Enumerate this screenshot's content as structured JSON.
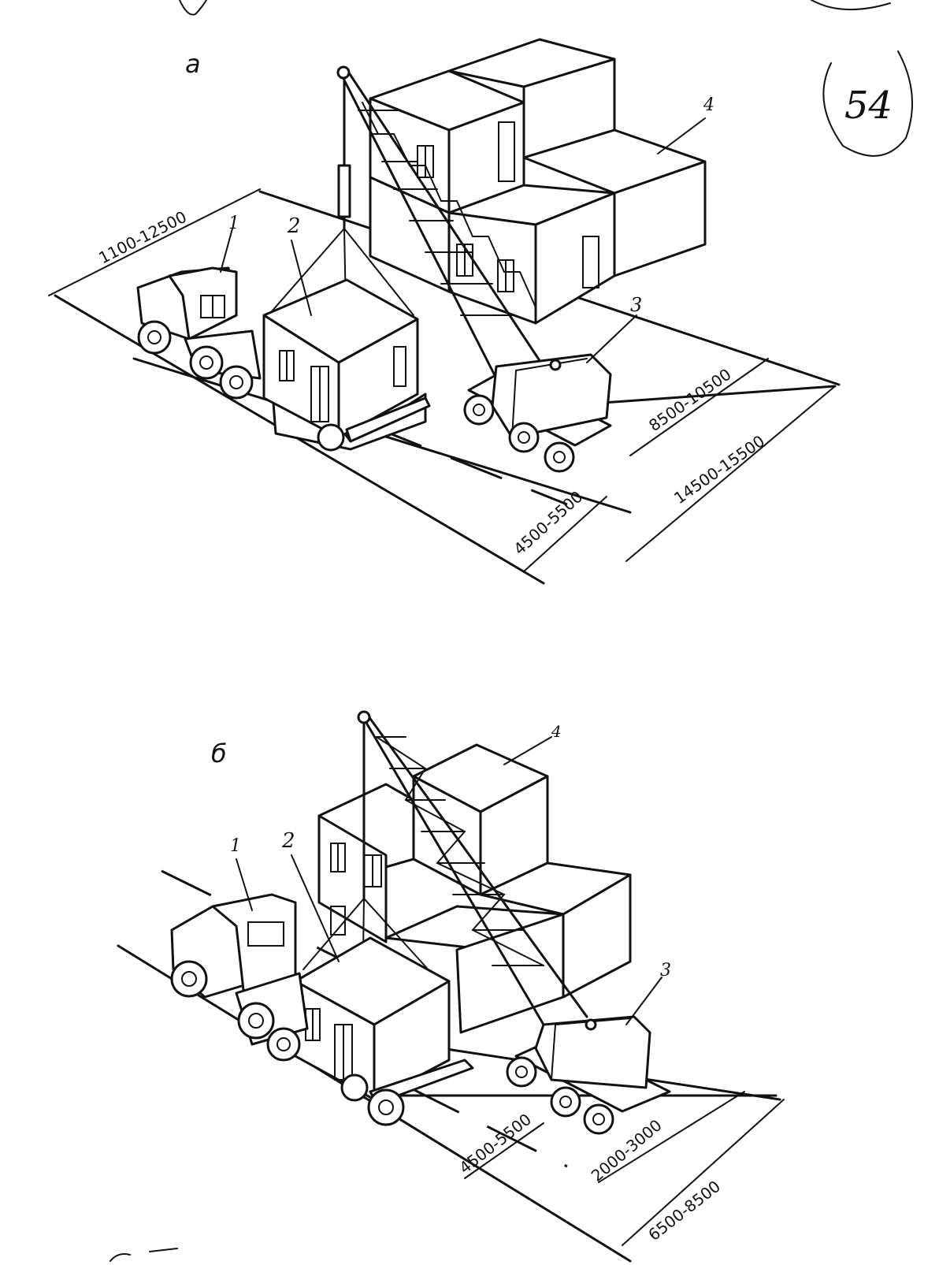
{
  "page_stamp": "54",
  "panel_a": {
    "label": "а",
    "callouts": {
      "tractor": "1",
      "module": "2",
      "crane": "3",
      "stack": "4"
    },
    "dimensions": {
      "module_length": "1100-12500",
      "lane_width": "4500-5500",
      "crane_offset": "8500-10500",
      "total_width": "14500-15500"
    }
  },
  "panel_b": {
    "label": "б",
    "callouts": {
      "tractor": "1",
      "module": "2",
      "crane": "3",
      "stack": "4"
    },
    "dimensions": {
      "lane_width": "4500-5500",
      "crane_offset": "2000-3000",
      "total_width": "6500-8500"
    }
  }
}
